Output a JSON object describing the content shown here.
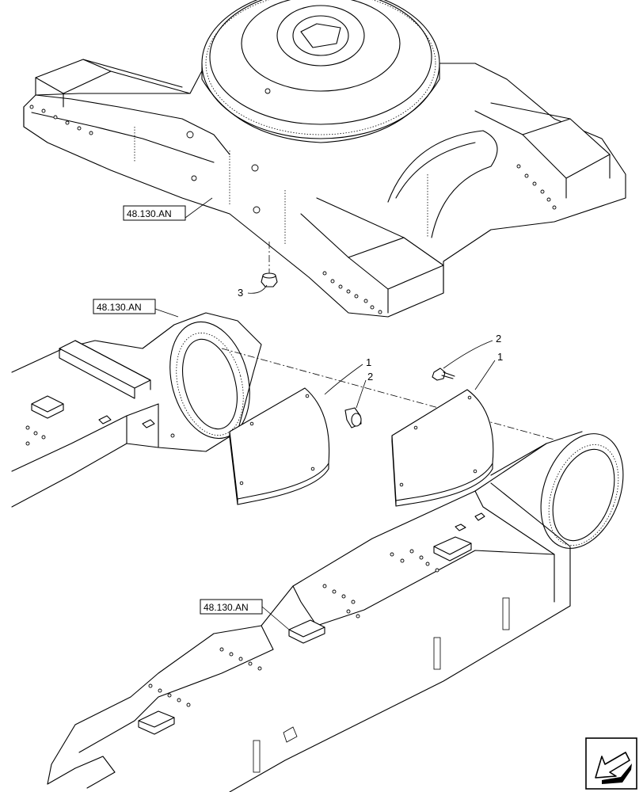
{
  "references": [
    {
      "id": "ref-top",
      "label": "48.130.AN"
    },
    {
      "id": "ref-mid",
      "label": "48.130.AN"
    },
    {
      "id": "ref-bottom",
      "label": "48.130.AN"
    }
  ],
  "callouts": [
    {
      "id": "callout-3",
      "label": "3"
    },
    {
      "id": "callout-1-left",
      "label": "1"
    },
    {
      "id": "callout-2-left",
      "label": "2"
    },
    {
      "id": "callout-2-right",
      "label": "2"
    },
    {
      "id": "callout-1-right",
      "label": "1"
    }
  ],
  "icons": {
    "corner": "navigation-arrow-icon"
  }
}
